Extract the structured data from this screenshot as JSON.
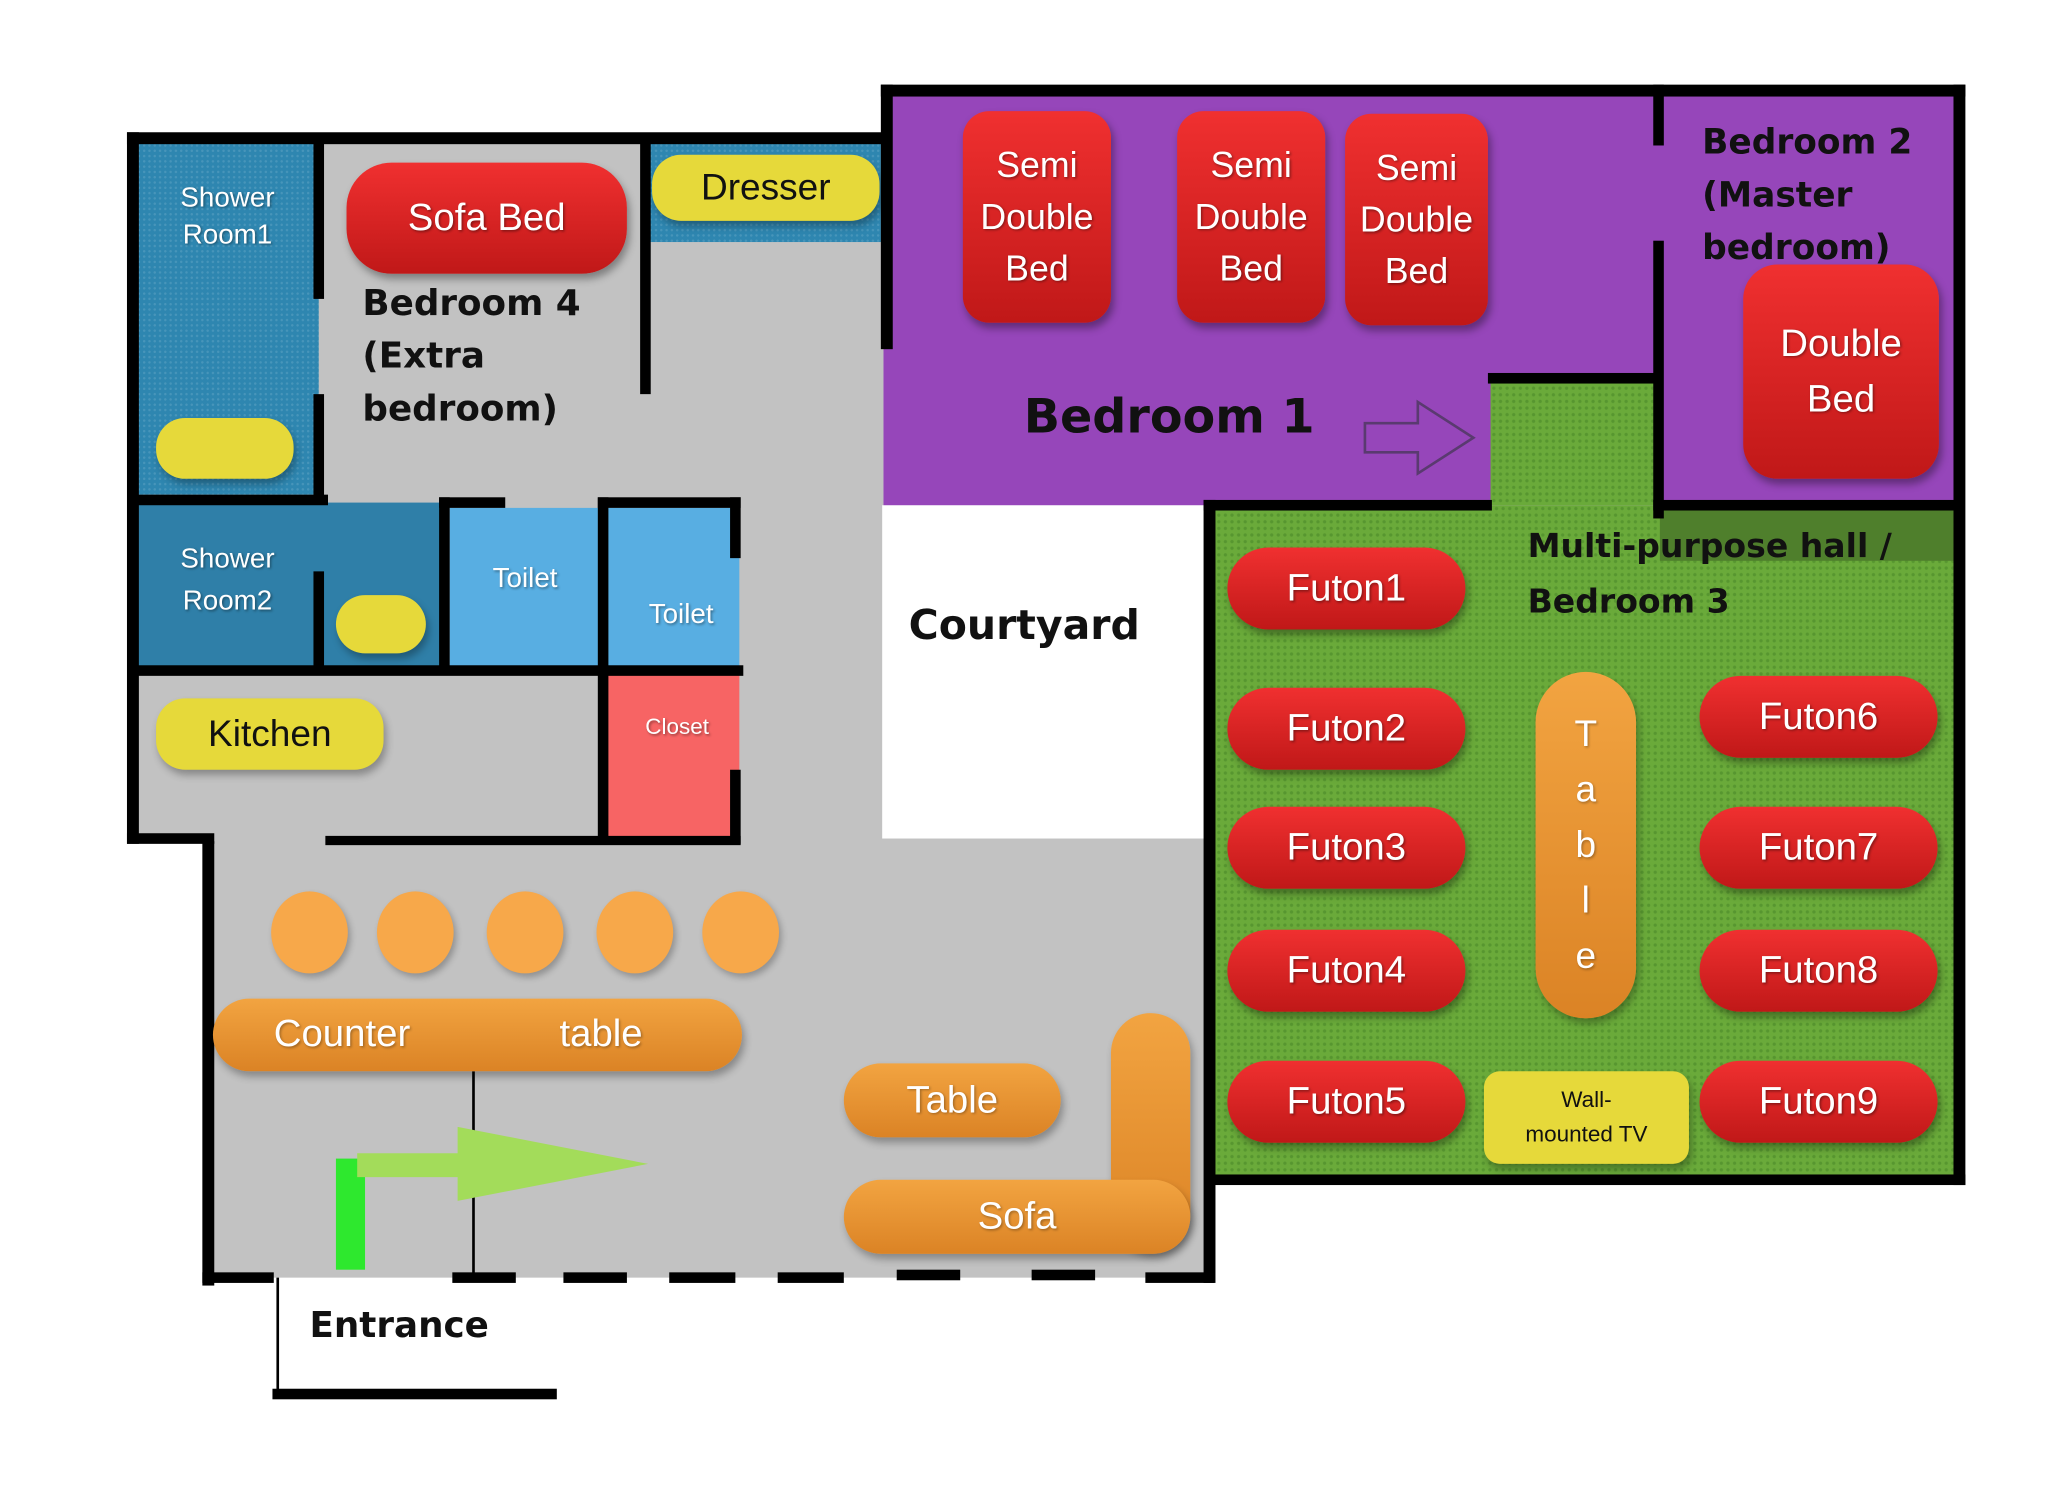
{
  "rooms": {
    "shower1": "Shower\nRoom1",
    "shower2": "Shower\nRoom2",
    "toilet1": "Toilet",
    "toilet2": "Toilet",
    "closet": "Closet",
    "kitchen": "Kitchen",
    "bedroom4": "Bedroom 4\n(Extra\nbedroom)",
    "bedroom1": "Bedroom 1",
    "bedroom2": "Bedroom 2\n(Master\nbedroom)",
    "hall": "Multi-purpose hall /\nBedroom 3",
    "courtyard": "Courtyard",
    "entrance": "Entrance"
  },
  "furniture": {
    "sofa_bed": "Sofa Bed",
    "dresser": "Dresser",
    "semi_double_1": "Semi\nDouble\nBed",
    "semi_double_2": "Semi\nDouble\nBed",
    "semi_double_3": "Semi\nDouble\nBed",
    "double_bed": "Double\nBed",
    "futons": [
      "Futon1",
      "Futon2",
      "Futon3",
      "Futon4",
      "Futon5",
      "Futon6",
      "Futon7",
      "Futon8",
      "Futon9"
    ],
    "table_vertical": "T\na\nb\nl\ne",
    "tv": "Wall-\nmounted TV",
    "counter_left": "Counter",
    "counter_right": "table",
    "table": "Table",
    "sofa": "Sofa"
  },
  "colors": {
    "purple": "#9646ba",
    "green": "#6aaa3a",
    "teal": "#2e86b0",
    "light_blue": "#58aee2",
    "closet": "#f76464",
    "floor": "#c2c2c2",
    "futon_red": "#d92222",
    "orange": "#e8962f",
    "yellow": "#e6d93a",
    "arrow_green": "#a3dc5a"
  }
}
